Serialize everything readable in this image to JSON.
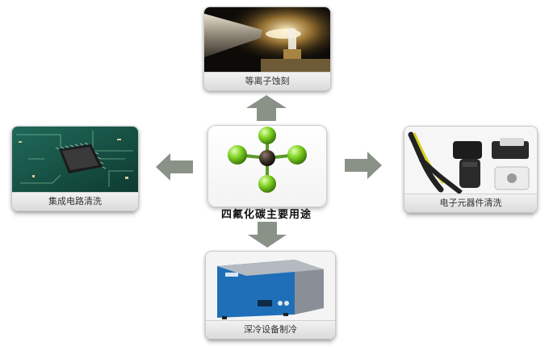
{
  "center": {
    "label": "四氟化碳主要用途"
  },
  "cards": {
    "top": {
      "label": "等离子蚀刻"
    },
    "left": {
      "label": "集成电路清洗"
    },
    "right": {
      "label": "电子元器件清洗"
    },
    "bottom": {
      "label": "深冷设备制冷"
    }
  },
  "colors": {
    "arrow": "#8a9288",
    "fluorine": "#7ed321",
    "carbon": "#3a2e24",
    "bond": "#5a9a2a"
  }
}
